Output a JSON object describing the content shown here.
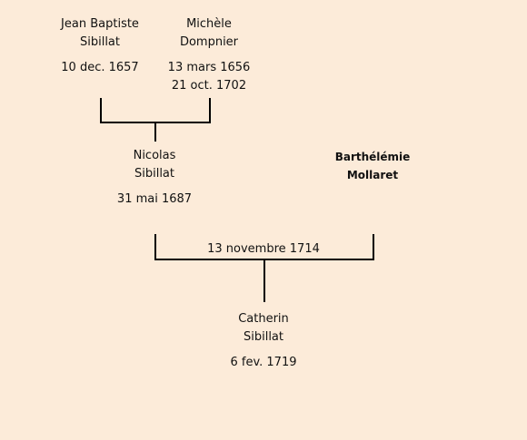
{
  "people": {
    "jean_baptiste": {
      "given_name": "Jean Baptiste",
      "surname": "Sibillat",
      "birth": "10 dec. 1657"
    },
    "michele": {
      "given_name": "Michèle",
      "surname": "Dompnier",
      "birth": "13 mars 1656",
      "death": "21 oct. 1702"
    },
    "nicolas": {
      "given_name": "Nicolas",
      "surname": "Sibillat",
      "birth": "31 mai 1687"
    },
    "barthelemie": {
      "given_name": "Barthélémie",
      "surname": "Mollaret"
    },
    "catherin": {
      "given_name": "Catherin",
      "surname": "Sibillat",
      "birth": "6 fev. 1719"
    }
  },
  "marriages": {
    "nicolas_barthelemie": "13 novembre 1714"
  },
  "colors": {
    "background": "#fcebd9",
    "line": "#000000",
    "text": "#111111"
  }
}
